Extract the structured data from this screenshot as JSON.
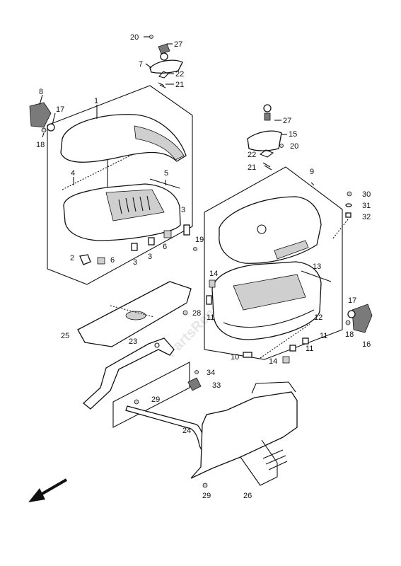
{
  "watermark": "PartsRepublik",
  "callouts": {
    "c1": "1",
    "c2": "2",
    "c3a": "3",
    "c3b": "3",
    "c3c": "3",
    "c4": "4",
    "c5": "5",
    "c6a": "6",
    "c6b": "6",
    "c7": "7",
    "c8": "8",
    "c9": "9",
    "c10": "10",
    "c11a": "11",
    "c11b": "11",
    "c11c": "11",
    "c12": "12",
    "c13": "13",
    "c14a": "14",
    "c14b": "14",
    "c15": "15",
    "c16": "16",
    "c17a": "17",
    "c17b": "17",
    "c18a": "18",
    "c18b": "18",
    "c19": "19",
    "c20a": "20",
    "c20b": "20",
    "c21a": "21",
    "c21b": "21",
    "c22a": "22",
    "c22b": "22",
    "c23": "23",
    "c24": "24",
    "c25": "25",
    "c26": "26",
    "c27a": "27",
    "c27b": "27",
    "c28": "28",
    "c29a": "29",
    "c29b": "29",
    "c30": "30",
    "c31": "31",
    "c32": "32",
    "c33": "33",
    "c34": "34"
  },
  "front_arrow": "front-direction-arrow"
}
